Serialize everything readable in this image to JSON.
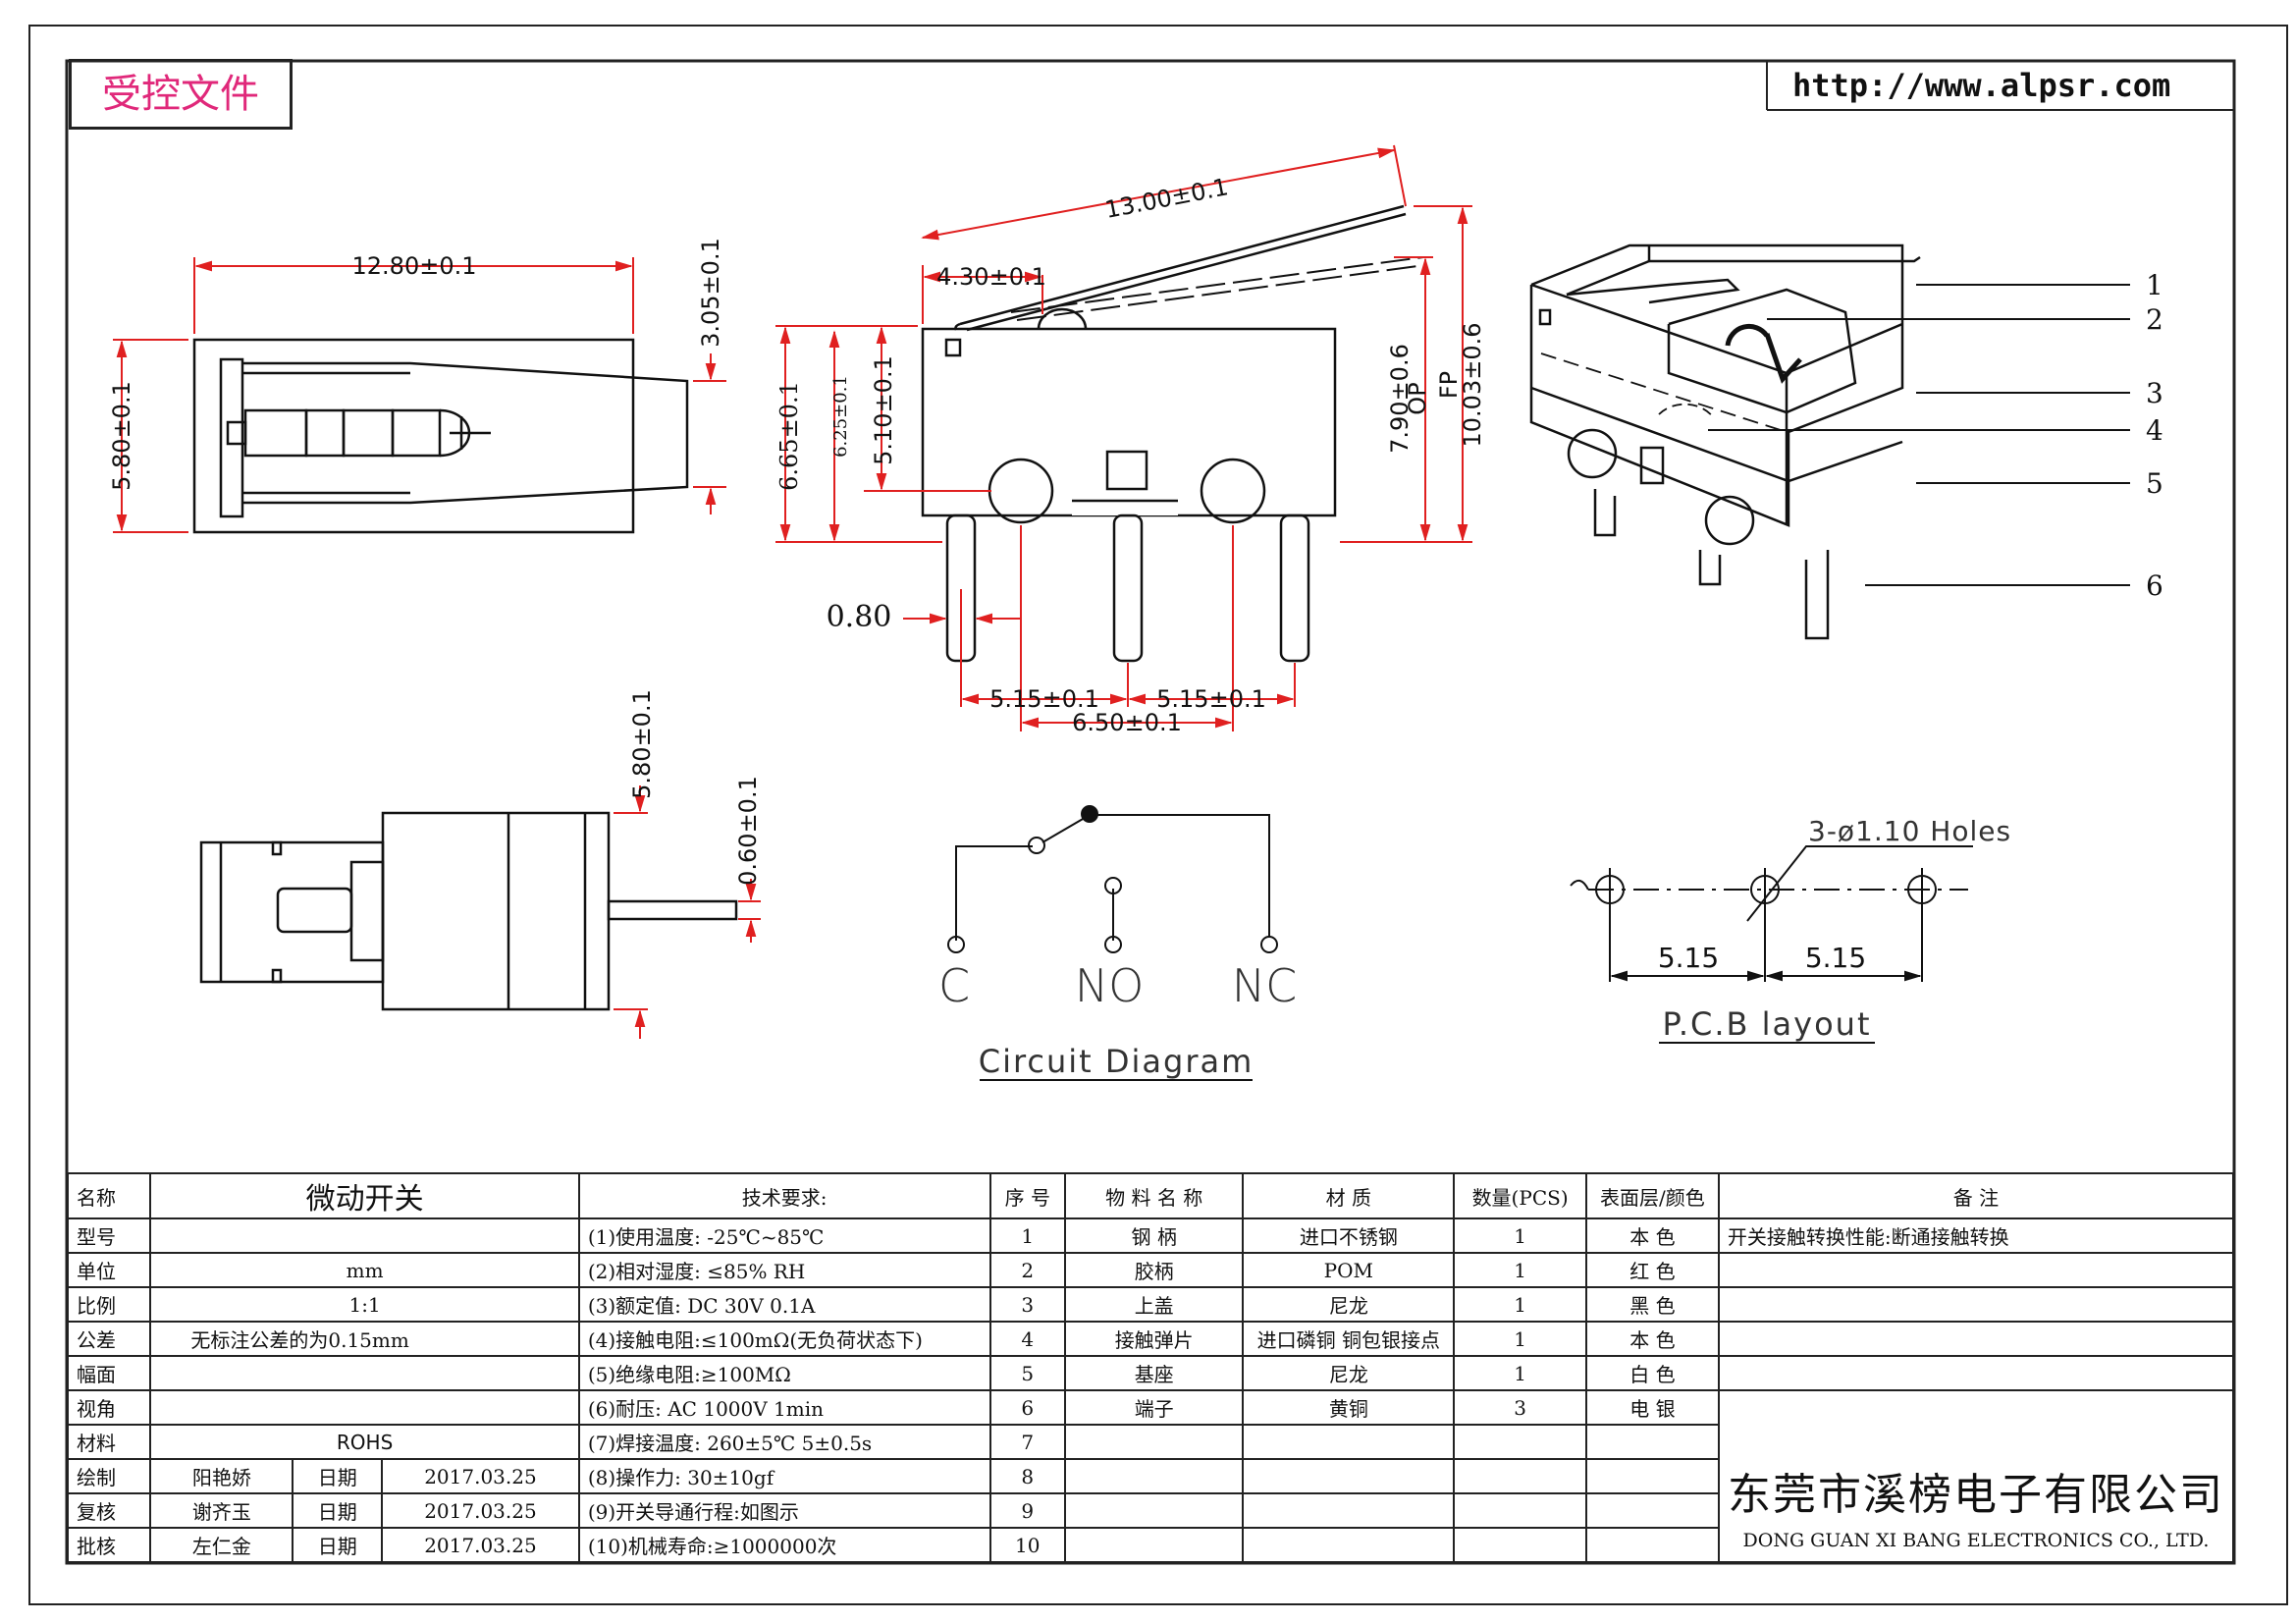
{
  "header": {
    "stamp": "受控文件",
    "url": "http://www.alpsr.com"
  },
  "dimensions": {
    "top_width": "12.80±0.1",
    "top_height": "5.80±0.1",
    "top_thickness": "3.05±0.1",
    "lever_length": "13.00±0.1",
    "lever_offset": "4.30±0.1",
    "h_665": "6.65±0.1",
    "h_625": "6.25±0.1",
    "h_510": "5.10±0.1",
    "op": "7.90±0.6",
    "op_label": "OP",
    "fp": "10.03±0.6",
    "fp_label": "FP",
    "pin_width": "0.80",
    "pitch_left": "5.15±0.1",
    "pitch_right": "5.15±0.1",
    "pitch_mid": "6.50±0.1",
    "side_height": "5.80±0.1",
    "lever_thickness": "0.60±0.1"
  },
  "callouts": [
    "1",
    "2",
    "3",
    "4",
    "5",
    "6"
  ],
  "circuit": {
    "terminal_c": "C",
    "terminal_no": "NO",
    "terminal_nc": "NC",
    "title": "Circuit Diagram"
  },
  "pcb": {
    "holes": "3-ø1.10 Holes",
    "pitch_left": "5.15",
    "pitch_right": "5.15",
    "title": "P.C.B layout"
  },
  "title_block": {
    "h_name": "名称",
    "product": "微动开关",
    "h_tech": "技术要求:",
    "h_seq": "序 号",
    "h_part": "物 料 名 称",
    "h_material": "材 质",
    "h_qty": "数量(PCS)",
    "h_finish": "表面层/颜色",
    "h_remark": "备 注",
    "row_labels": [
      "型号",
      "单位",
      "比例",
      "公差",
      "幅面",
      "视角",
      "材料",
      "绘制",
      "复核",
      "批核"
    ],
    "row_values": [
      "",
      "mm",
      "1:1",
      "无标注公差的为0.15mm",
      "",
      "",
      "ROHS"
    ],
    "signers": [
      {
        "name": "阳艳娇",
        "date_label": "日期",
        "date": "2017.03.25"
      },
      {
        "name": "谢齐玉",
        "date_label": "日期",
        "date": "2017.03.25"
      },
      {
        "name": "左仁金",
        "date_label": "日期",
        "date": "2017.03.25"
      }
    ],
    "tech": [
      "(1)使用温度:  -25℃~85℃",
      "(2)相对湿度:  ≤85% RH",
      "(3)额定值: DC  30V 0.1A",
      "(4)接触电阻:≤100mΩ(无负荷状态下)",
      "(5)绝缘电阻:≥100MΩ",
      "(6)耐压: AC 1000V 1min",
      "(7)焊接温度: 260±5℃ 5±0.5s",
      "(8)操作力: 30±10gf",
      "(9)开关导通行程:如图示",
      "(10)机械寿命:≥1000000次"
    ],
    "seq": [
      "1",
      "2",
      "3",
      "4",
      "5",
      "6",
      "7",
      "8",
      "9",
      "10"
    ],
    "parts": [
      {
        "name": "钢 柄",
        "material": "进口不锈钢",
        "qty": "1",
        "finish": "本 色"
      },
      {
        "name": "胶柄",
        "material": "POM",
        "qty": "1",
        "finish": "红 色"
      },
      {
        "name": "上盖",
        "material": "尼龙",
        "qty": "1",
        "finish": "黑 色"
      },
      {
        "name": "接触弹片",
        "material": "进口磷铜 铜包银接点",
        "qty": "1",
        "finish": "本 色"
      },
      {
        "name": "基座",
        "material": "尼龙",
        "qty": "1",
        "finish": "白 色"
      },
      {
        "name": "端子",
        "material": "黄铜",
        "qty": "3",
        "finish": "电 银"
      }
    ],
    "remark": "开关接触转换性能:断通接触转换",
    "company_cn": "东莞市溪榜电子有限公司",
    "company_en": "DONG GUAN XI BANG ELECTRONICS CO., LTD."
  }
}
